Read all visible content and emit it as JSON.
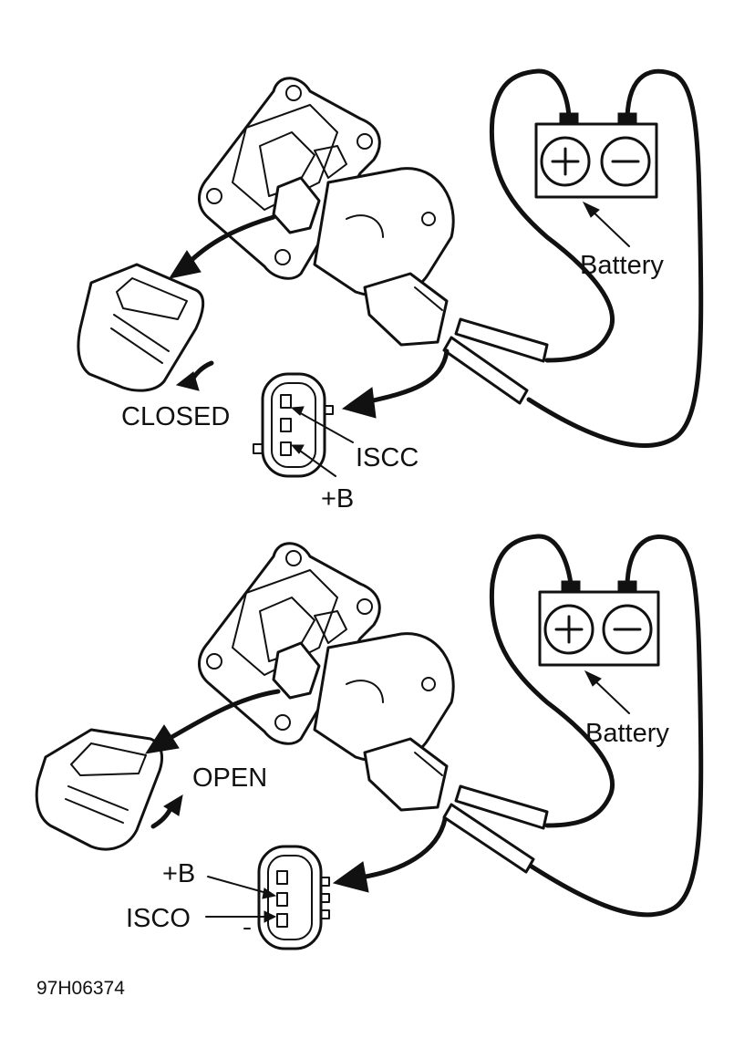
{
  "top_panel": {
    "state_label": "CLOSED",
    "pin_top_label": "ISCC",
    "pin_bottom_label": "+B",
    "battery_label": "Battery",
    "positive_symbol": "+",
    "negative_symbol": "—"
  },
  "bottom_panel": {
    "state_label": "OPEN",
    "pin_top_label": "+B",
    "pin_bottom_label": "ISCO",
    "battery_label": "Battery",
    "positive_symbol": "+",
    "negative_symbol": "—"
  },
  "figure_code": "97H06374"
}
